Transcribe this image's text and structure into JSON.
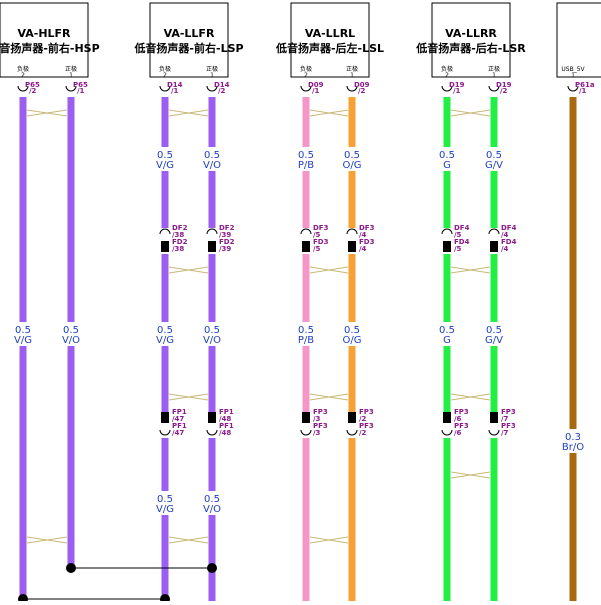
{
  "colors": {
    "purple": "#9b5ef0",
    "pink": "#f596c8",
    "orange": "#f7a033",
    "green": "#22ee44",
    "brown": "#a86a10",
    "label_blue": "#1f3fbf",
    "magenta": "#8b1a8b",
    "twist": "#c8b878"
  },
  "modules": [
    {
      "title": "VA-HLFR",
      "subtitle": "高音扬声器-前右-HSP",
      "pins": [
        {
          "label": "负极",
          "num": "2",
          "conn": "P65",
          "cpin": "/2",
          "color": "purple",
          "gauge": [
            "0.5",
            "0.5"
          ],
          "wirecolor": [
            "V/G",
            "V/G"
          ],
          "fittings": []
        },
        {
          "label": "正极",
          "num": "1",
          "conn": "P65",
          "cpin": "/1",
          "color": "purple",
          "gauge": [
            "0.5",
            "0.5"
          ],
          "wirecolor": [
            "V/O",
            "V/O"
          ],
          "fittings": []
        }
      ]
    },
    {
      "title": "VA-LLFR",
      "subtitle": "低音扬声器-前右-LSP",
      "pins": [
        {
          "label": "负极",
          "num": "2",
          "conn": "D14",
          "cpin": "/1",
          "color": "purple",
          "gauge": [
            "0.5",
            "0.5",
            "0.5"
          ],
          "wirecolor": [
            "V/G",
            "V/G",
            "V/G"
          ],
          "fittings": [
            {
              "a": "DF2",
              "apin": "/38",
              "b": "FD2",
              "bpin": "/38"
            },
            {
              "a": "FP1",
              "apin": "/47",
              "b": "PF1",
              "bpin": "/47"
            }
          ]
        },
        {
          "label": "正极",
          "num": "1",
          "conn": "D14",
          "cpin": "/2",
          "color": "purple",
          "gauge": [
            "0.5",
            "0.5",
            "0.5"
          ],
          "wirecolor": [
            "V/O",
            "V/O",
            "V/O"
          ],
          "fittings": [
            {
              "a": "DF2",
              "apin": "/39",
              "b": "FD2",
              "bpin": "/39"
            },
            {
              "a": "FP1",
              "apin": "/48",
              "b": "PF1",
              "bpin": "/48"
            }
          ]
        }
      ]
    },
    {
      "title": "VA-LLRL",
      "subtitle": "低音扬声器-后左-LSL",
      "pins": [
        {
          "label": "负极",
          "num": "2",
          "conn": "D09",
          "cpin": "/1",
          "color": "pink",
          "gauge": [
            "0.5",
            "0.5"
          ],
          "wirecolor": [
            "P/B",
            "P/B"
          ],
          "fittings": [
            {
              "a": "DF3",
              "apin": "/5",
              "b": "FD3",
              "bpin": "/5"
            },
            {
              "a": "FP3",
              "apin": "/3",
              "b": "PF3",
              "bpin": "/3"
            }
          ]
        },
        {
          "label": "正极",
          "num": "1",
          "conn": "D09",
          "cpin": "/2",
          "color": "orange",
          "gauge": [
            "0.5",
            "0.5"
          ],
          "wirecolor": [
            "O/G",
            "O/G"
          ],
          "fittings": [
            {
              "a": "DF3",
              "apin": "/4",
              "b": "FD3",
              "bpin": "/4"
            },
            {
              "a": "FP3",
              "apin": "/2",
              "b": "PF3",
              "bpin": "/2"
            }
          ]
        }
      ]
    },
    {
      "title": "VA-LLRR",
      "subtitle": "低音扬声器-后右-LSR",
      "pins": [
        {
          "label": "负极",
          "num": "2",
          "conn": "D19",
          "cpin": "/1",
          "color": "green",
          "gauge": [
            "0.5",
            "0.5"
          ],
          "wirecolor": [
            "G",
            "G"
          ],
          "fittings": [
            {
              "a": "DF4",
              "apin": "/5",
              "b": "FD4",
              "bpin": "/5"
            },
            {
              "a": "FP3",
              "apin": "/6",
              "b": "PF3",
              "bpin": "/6"
            }
          ]
        },
        {
          "label": "正极",
          "num": "1",
          "conn": "D19",
          "cpin": "/2",
          "color": "green",
          "gauge": [
            "0.5",
            "0.5"
          ],
          "wirecolor": [
            "G/V",
            "G/V"
          ],
          "fittings": [
            {
              "a": "DF4",
              "apin": "/4",
              "b": "FD4",
              "bpin": "/4"
            },
            {
              "a": "FP3",
              "apin": "/7",
              "b": "PF3",
              "bpin": "/7"
            }
          ]
        }
      ]
    },
    {
      "title": "",
      "subtitle": "",
      "pins": [
        {
          "label": "USB_5V",
          "num": "1",
          "conn": "P61a",
          "cpin": "/1",
          "color": "brown",
          "gauge": [
            "0.3"
          ],
          "wirecolor": [
            "Br/O"
          ],
          "fittings": []
        }
      ]
    }
  ]
}
